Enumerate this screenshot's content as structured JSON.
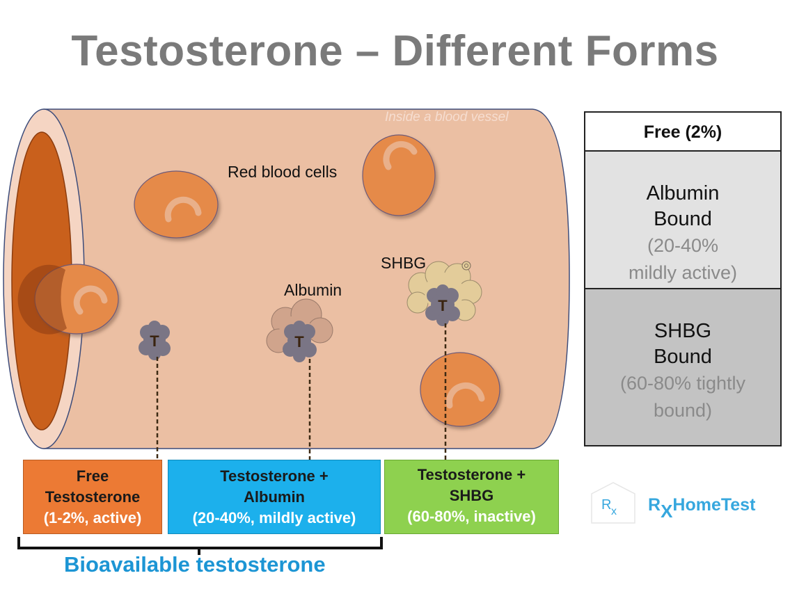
{
  "title": "Testosterone – Different Forms",
  "vessel_note": "Inside a blood vessel",
  "labels": {
    "red_blood_cells": "Red blood cells",
    "albumin": "Albumin",
    "shbg": "SHBG",
    "t_marker": "T"
  },
  "boxes": {
    "free": {
      "line1": "Free",
      "line2": "Testosterone",
      "detail": "(1-2%, active)"
    },
    "albumin": {
      "line1": "Testosterone +",
      "line2": "Albumin",
      "detail": "(20-40%, mildly active)"
    },
    "shbg": {
      "line1": "Testosterone +",
      "line2": "SHBG",
      "detail": "(60-80%, inactive)"
    }
  },
  "bioavailable_label": "Bioavailable testosterone",
  "stack": {
    "free": "Free (2%)",
    "albumin": {
      "line1": "Albumin",
      "line2": "Bound",
      "detail1": "(20-40%",
      "detail2": "mildly active)"
    },
    "shbg": {
      "line1": "SHBG",
      "line2": "Bound",
      "detail1": "(60-80% tightly",
      "detail2": "bound)"
    }
  },
  "logo": {
    "icon_r": "R",
    "icon_x": "x",
    "r": "R",
    "x": "X",
    "name": "HomeTest"
  },
  "colors": {
    "title": "#7a7a7a",
    "vessel": "#ebbfa3",
    "vessel_lumen": "#c9601c",
    "red_cell": "#e58a4a",
    "free_box": "#ec7a34",
    "albumin_box": "#1cb0ec",
    "shbg_box": "#8ed14f",
    "bioavailable": "#1c95d4",
    "logo": "#36a7de"
  }
}
